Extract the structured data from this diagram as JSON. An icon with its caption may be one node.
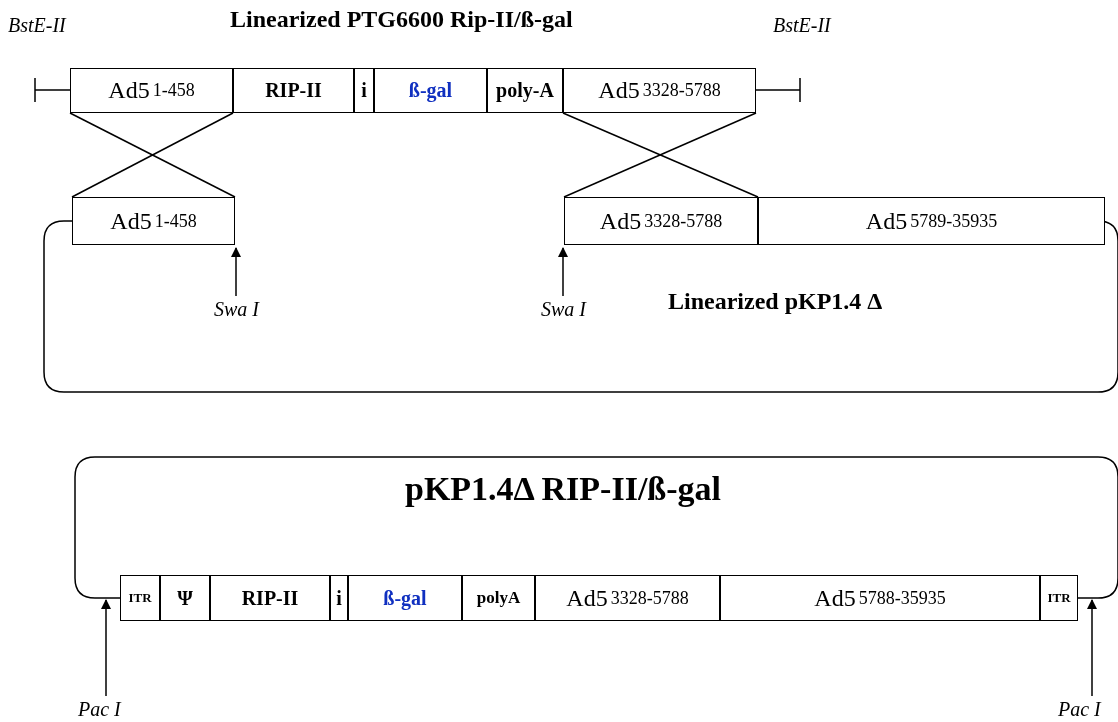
{
  "diagram": {
    "nodes": [
      {
        "text": [
          "Ad5",
          "1-458"
        ]
      },
      {
        "text": [
          "RIP-II"
        ]
      },
      {
        "text": [
          "i"
        ]
      },
      {
        "text": [
          "ß-gal"
        ]
      },
      {
        "text": [
          "poly-A"
        ]
      },
      {
        "text": [
          "Ad5",
          "3328-5788"
        ]
      },
      {
        "text": [
          "Ad5",
          "1-458"
        ]
      },
      {
        "text": [
          "Ad5",
          "3328-5788"
        ]
      },
      {
        "text": [
          "Ad5",
          "5789-35935"
        ]
      },
      {
        "text": [
          "Swa I"
        ]
      },
      {
        "text": [
          "Swa I"
        ]
      },
      {
        "text": [
          "ITR"
        ]
      },
      {
        "text": [
          "Ψ"
        ]
      },
      {
        "text": [
          "RIP-II"
        ]
      },
      {
        "text": [
          "i"
        ]
      },
      {
        "text": [
          "ß-gal"
        ]
      },
      {
        "text": [
          "polyA"
        ]
      },
      {
        "text": [
          "Ad5",
          "3328-5788"
        ]
      },
      {
        "text": [
          "Ad5",
          "5788-35935"
        ]
      },
      {
        "text": [
          "ITR"
        ]
      },
      {
        "text": [
          "Pac I"
        ]
      },
      {
        "text": [
          "Pac I"
        ]
      }
    ],
    "edges": [
      {
        "from": 0,
        "to": 6,
        "arrow": "none"
      },
      {
        "from": 0,
        "to": 6,
        "arrow": "none"
      },
      {
        "from": 5,
        "to": 7,
        "arrow": "none"
      },
      {
        "from": 5,
        "to": 7,
        "arrow": "none"
      },
      {
        "from": 9,
        "to": 6,
        "arrow": "to"
      },
      {
        "from": 10,
        "to": 7,
        "arrow": "to"
      },
      {
        "from": 20,
        "to": 11,
        "arrow": "to"
      },
      {
        "from": 21,
        "to": 19,
        "arrow": "to"
      },
      {
        "from": 6,
        "to": 8,
        "arrow": "none"
      },
      {
        "from": 11,
        "to": 19,
        "arrow": "none"
      }
    ],
    "labels": [
      "BstE-II",
      "Linearized PTG6600 Rip-II/ß-gal",
      "BstE-II",
      "Linearized pKP1.4 Δ",
      "pKP1.4Δ RIP-II/ß-gal"
    ]
  }
}
